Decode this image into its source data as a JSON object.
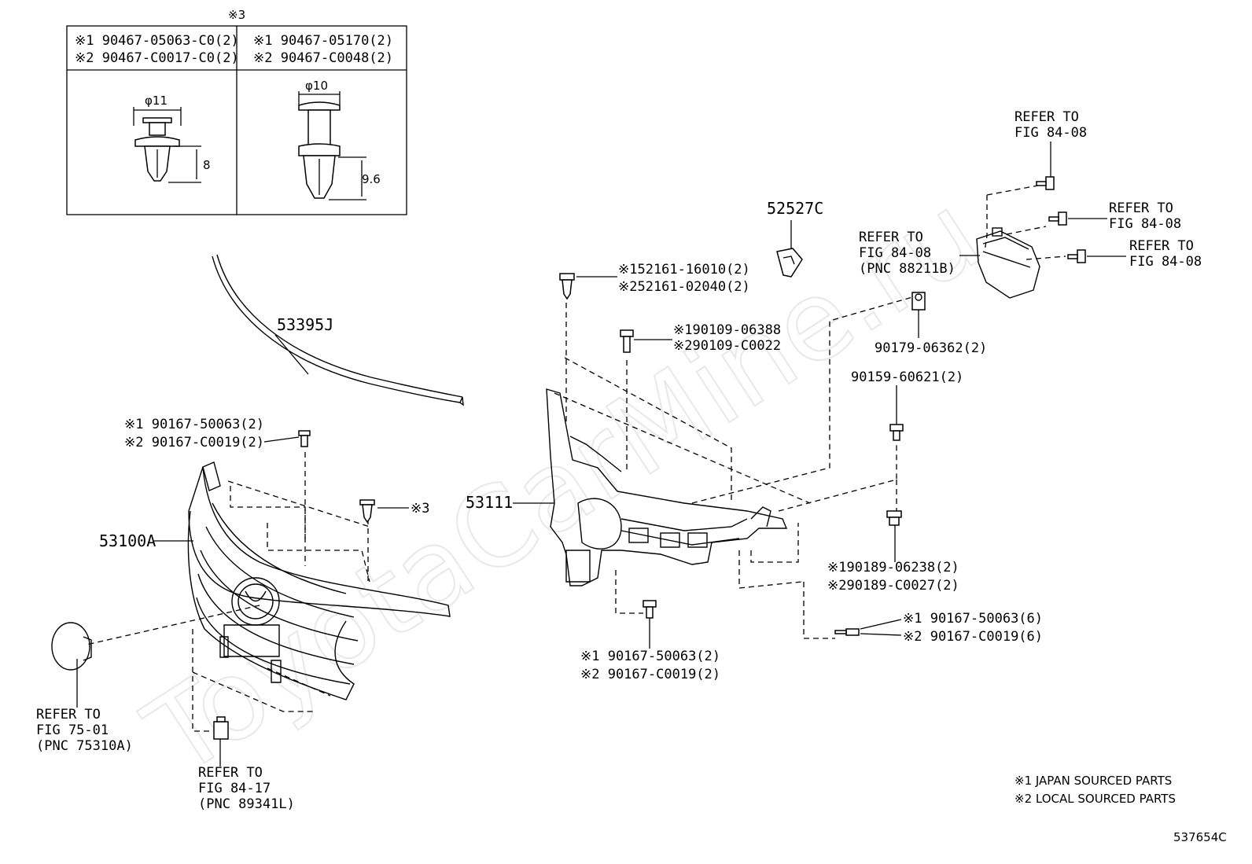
{
  "watermark": "ToyotaCarMine.ru",
  "inset": {
    "header": "※3",
    "left_line1": "※1 90467-05063-C0(2)",
    "left_line2": "※2 90467-C0017-C0(2)",
    "right_line1": "※1 90467-05170(2)",
    "right_line2": "※2 90467-C0048(2)",
    "left_diameter": "φ11",
    "left_height": "8",
    "right_diameter": "φ10",
    "right_height": "9.6"
  },
  "parts": {
    "molding": "53395J",
    "grille": "53100A",
    "retainer": "53111",
    "bracket": "52527C"
  },
  "callouts": {
    "grille_screw_1": "※1 90167-50063(2)",
    "grille_screw_2": "※2 90167-C0019(2)",
    "clip_ref": "※3",
    "retainer_clip_1": "※152161-16010(2)",
    "retainer_clip_2": "※252161-02040(2)",
    "retainer_bolt_1": "※190109-06388",
    "retainer_bolt_2": "※290109-C0022",
    "nut": "90179-06362(2)",
    "bolt": "90159-60621(2)",
    "nut2_1": "※190189-06238(2)",
    "nut2_2": "※290189-C0027(2)",
    "side_screw_1": "※1 90167-50063(6)",
    "side_screw_2": "※2 90167-C0019(6)",
    "lower_screw_1": "※1 90167-50063(2)",
    "lower_screw_2": "※2 90167-C0019(2)"
  },
  "references": {
    "sensor_top": [
      "REFER TO",
      "FIG 84-08"
    ],
    "sensor_right1": [
      "REFER TO",
      "FIG 84-08"
    ],
    "sensor_right2": [
      "REFER TO",
      "FIG 84-08"
    ],
    "sensor_main": [
      "REFER TO",
      "FIG 84-08",
      "(PNC 88211B)"
    ],
    "emblem": [
      "REFER TO",
      "FIG 75-01",
      "(PNC 75310A)"
    ],
    "camera": [
      "REFER TO",
      "FIG 84-17",
      "(PNC 89341L)"
    ]
  },
  "legend": {
    "line1": "※1 JAPAN SOURCED PARTS",
    "line2": "※2 LOCAL SOURCED PARTS"
  },
  "figure_code": "537654C"
}
